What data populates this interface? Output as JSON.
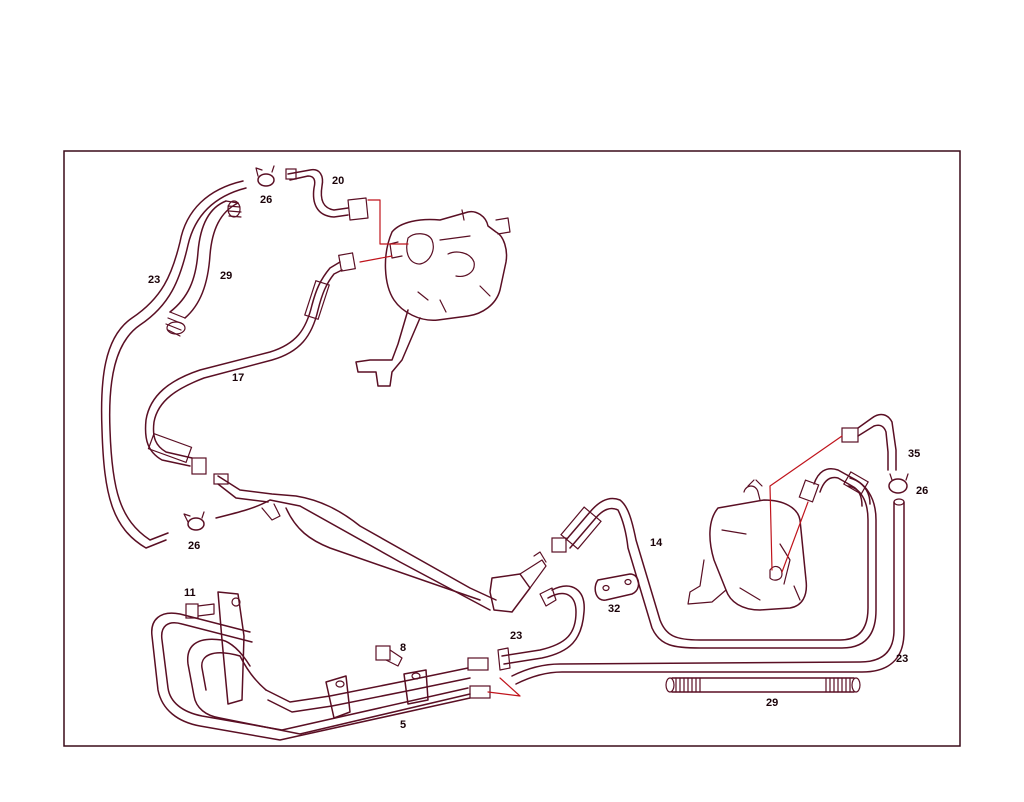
{
  "diagram": {
    "line_color": "#5a0f24",
    "leader_color": "#c0141c",
    "border_color": "#3a0a18",
    "labels": {
      "l26a": "26",
      "l20": "20",
      "l23a": "23",
      "l29a": "29",
      "l17": "17",
      "l26b": "26",
      "l14": "14",
      "l35": "35",
      "l26c": "26",
      "l11": "11",
      "l8": "8",
      "l23b": "23",
      "l32": "32",
      "l23c": "23",
      "l29b": "29",
      "l5": "5"
    }
  }
}
